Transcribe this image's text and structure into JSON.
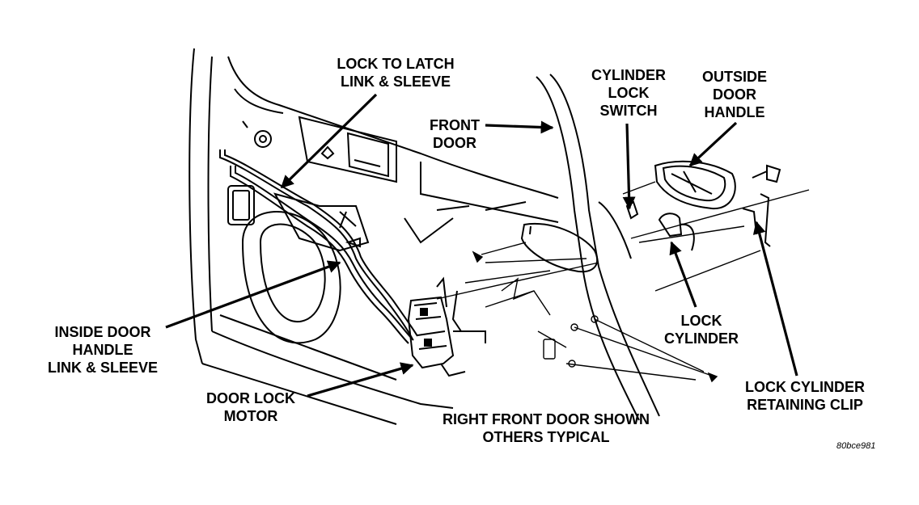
{
  "labels": {
    "lock_to_latch": [
      "LOCK TO LATCH",
      "LINK & SLEEVE"
    ],
    "front_door": [
      "FRONT",
      "DOOR"
    ],
    "cylinder_lock_switch": [
      "CYLINDER",
      "LOCK",
      "SWITCH"
    ],
    "outside_door_handle": [
      "OUTSIDE",
      "DOOR",
      "HANDLE"
    ],
    "inside_door_handle": [
      "INSIDE DOOR",
      "HANDLE",
      "LINK & SLEEVE"
    ],
    "lock_cylinder": [
      "LOCK",
      "CYLINDER"
    ],
    "door_lock_motor": [
      "DOOR LOCK",
      "MOTOR"
    ],
    "right_front_door": [
      "RIGHT FRONT DOOR SHOWN",
      "OTHERS TYPICAL"
    ],
    "lock_cylinder_retaining_clip": [
      "LOCK CYLINDER",
      "RETAINING CLIP"
    ]
  },
  "figure_code": "80bce981"
}
